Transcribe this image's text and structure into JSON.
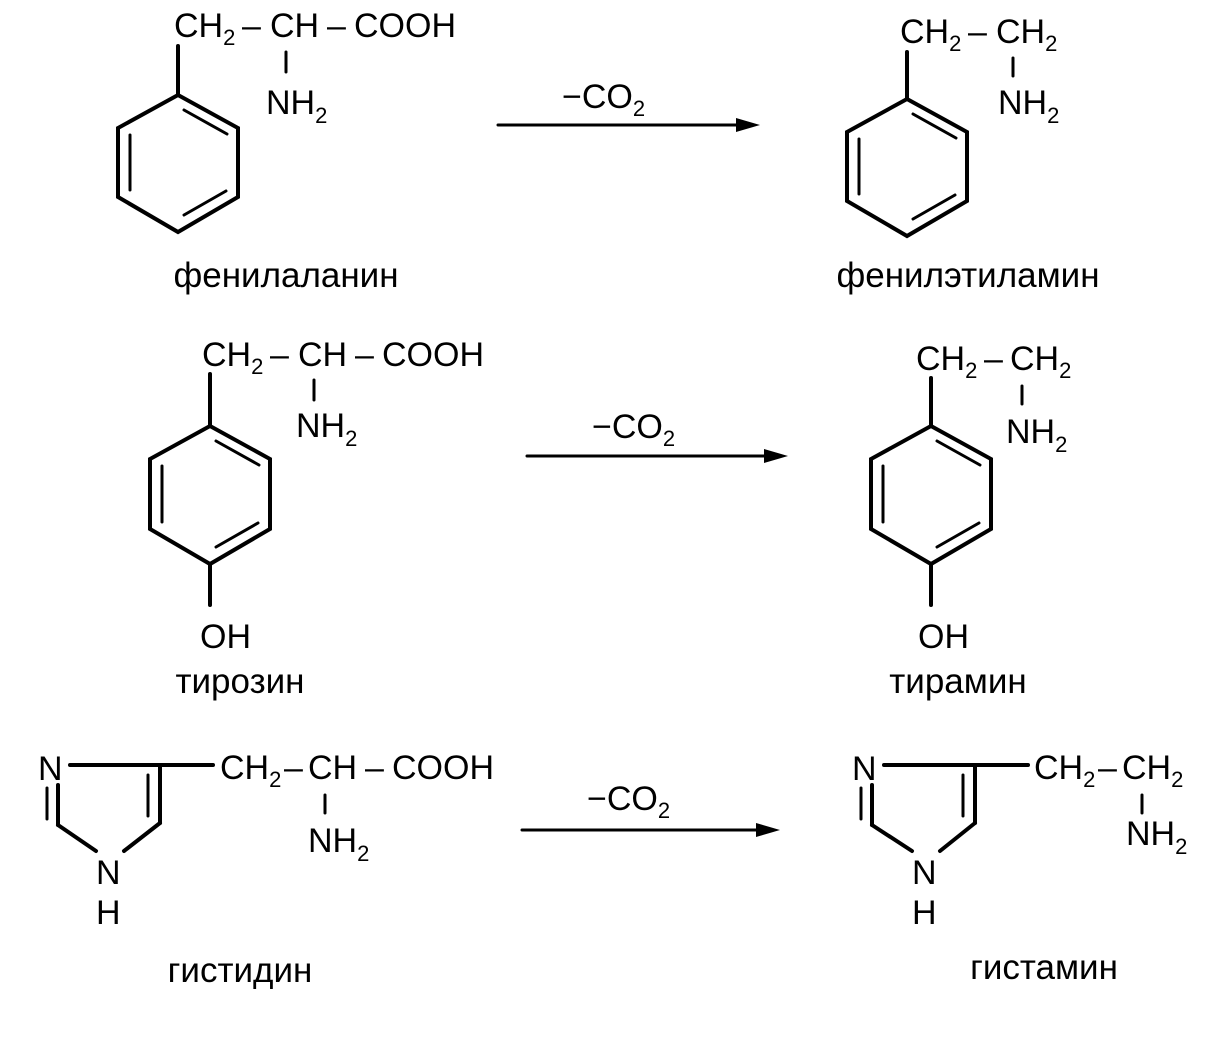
{
  "reactions": [
    {
      "reactant_name": "фенилаланин",
      "product_name": "фенилэтиламин",
      "arrow_label": "−CO",
      "arrow_label_sub": "2"
    },
    {
      "reactant_name": "тирозин",
      "product_name": "тирамин",
      "arrow_label": "−CO",
      "arrow_label_sub": "2"
    },
    {
      "reactant_name": "гистидин",
      "product_name": "гистамин",
      "arrow_label": "−CO",
      "arrow_label_sub": "2"
    }
  ],
  "groups": {
    "ch2": "CH",
    "ch": "CH",
    "cooh": "COOH",
    "nh": "NH",
    "sub2": "2",
    "dash": "–",
    "oh": "OH",
    "n": "N",
    "h": "H"
  }
}
